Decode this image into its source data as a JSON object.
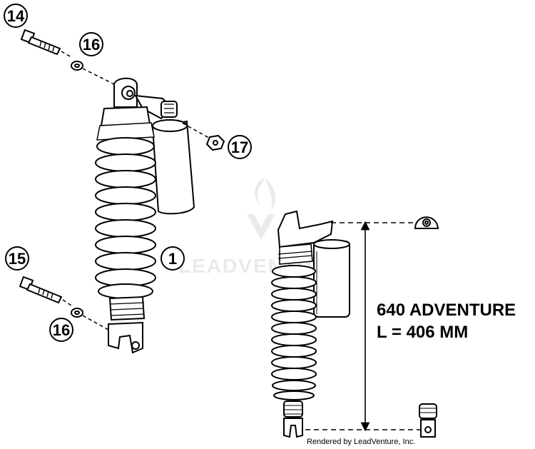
{
  "callouts": {
    "c14": "14",
    "c16a": "16",
    "c17": "17",
    "c1": "1",
    "c15": "15",
    "c16b": "16"
  },
  "spec": {
    "line1": "640 ADVENTURE",
    "line2": "L = 406 MM"
  },
  "credit": "Rendered by LeadVenture, Inc.",
  "watermark": "LEADVENTURE",
  "colors": {
    "ink": "#000000",
    "watermark": "#d9d9d9",
    "paper": "#ffffff"
  }
}
